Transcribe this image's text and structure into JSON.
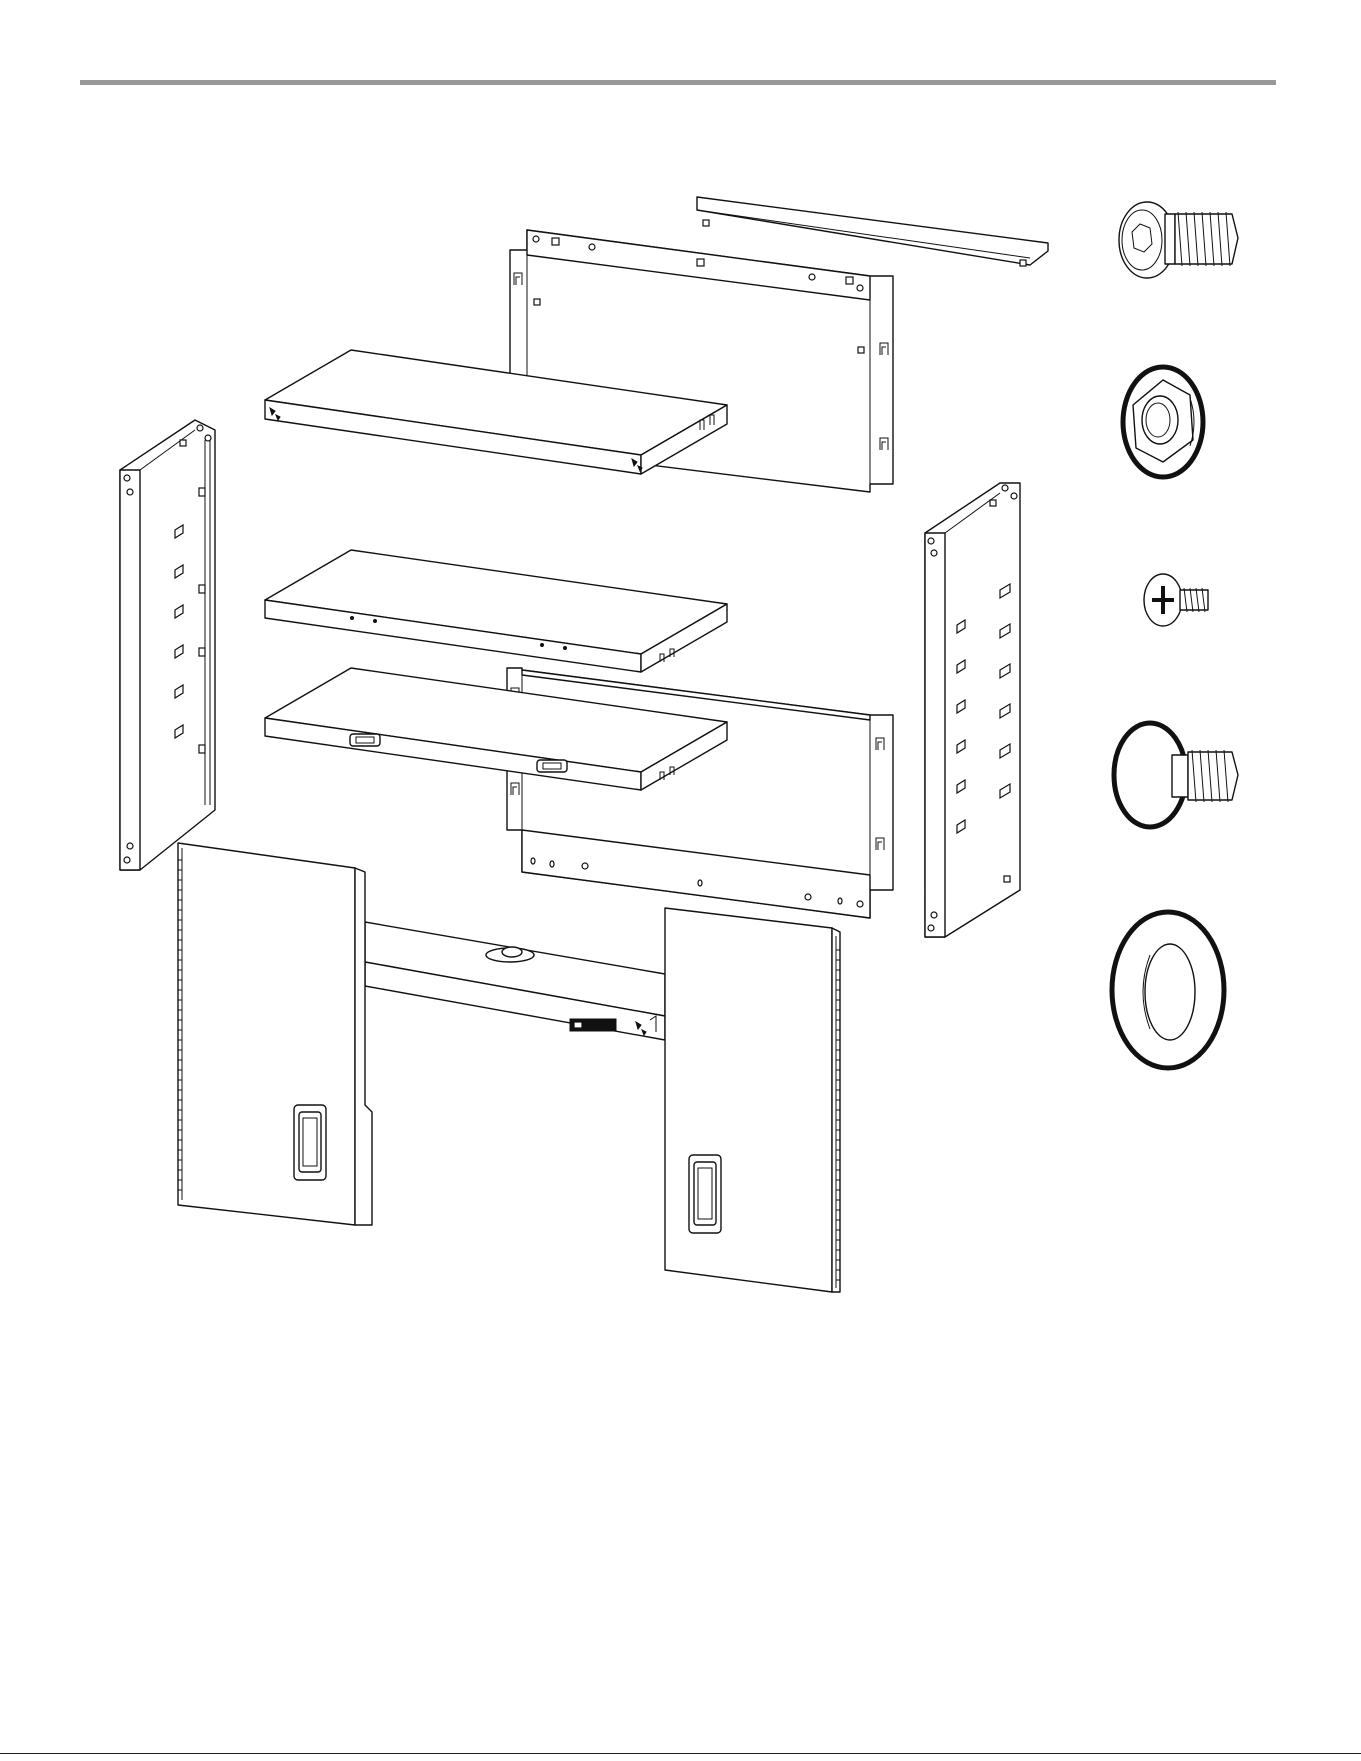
{
  "page": {
    "title": "",
    "footer_text": ""
  },
  "colors": {
    "rule": "#999999",
    "line": "#111111",
    "background": "#ffffff"
  },
  "parts": [
    "top-rail",
    "upper-back-panel",
    "top-shelf",
    "middle-shelf",
    "lower-shelf",
    "lower-back-panel",
    "left-side-panel",
    "right-side-panel",
    "left-door",
    "right-door",
    "base-frame"
  ],
  "hardware": [
    "hex-socket-bolt-icon",
    "flange-nut-icon",
    "phillips-screw-icon",
    "mushroom-head-bolt-icon",
    "washer-icon"
  ]
}
